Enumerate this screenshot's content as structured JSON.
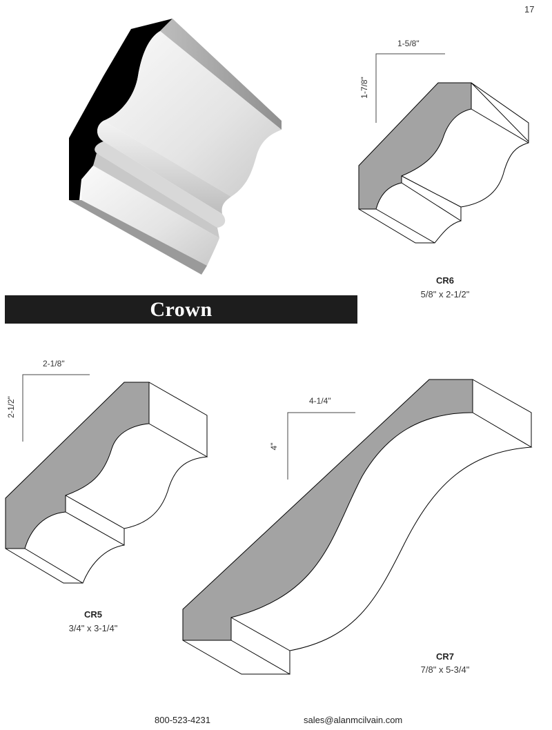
{
  "page": {
    "number": "17"
  },
  "section": {
    "title": "Crown"
  },
  "moldings": [
    {
      "code": "CR6",
      "size": "5/8\" x 2-1/2\"",
      "dim_width": "1-5/8\"",
      "dim_height": "1-7/8\""
    },
    {
      "code": "CR5",
      "size": "3/4\" x 3-1/4\"",
      "dim_width": "2-1/8\"",
      "dim_height": "2-1/2\""
    },
    {
      "code": "CR7",
      "size": "7/8\" x 5-3/4\"",
      "dim_width": "4-1/4\"",
      "dim_height": "4\""
    }
  ],
  "footer": {
    "phone": "800-523-4231",
    "email": "sales@alanmcilvain.com"
  },
  "colors": {
    "banner": "#1d1d1d",
    "profile_face": "#a3a3a3",
    "render_shadow": "#000000"
  }
}
